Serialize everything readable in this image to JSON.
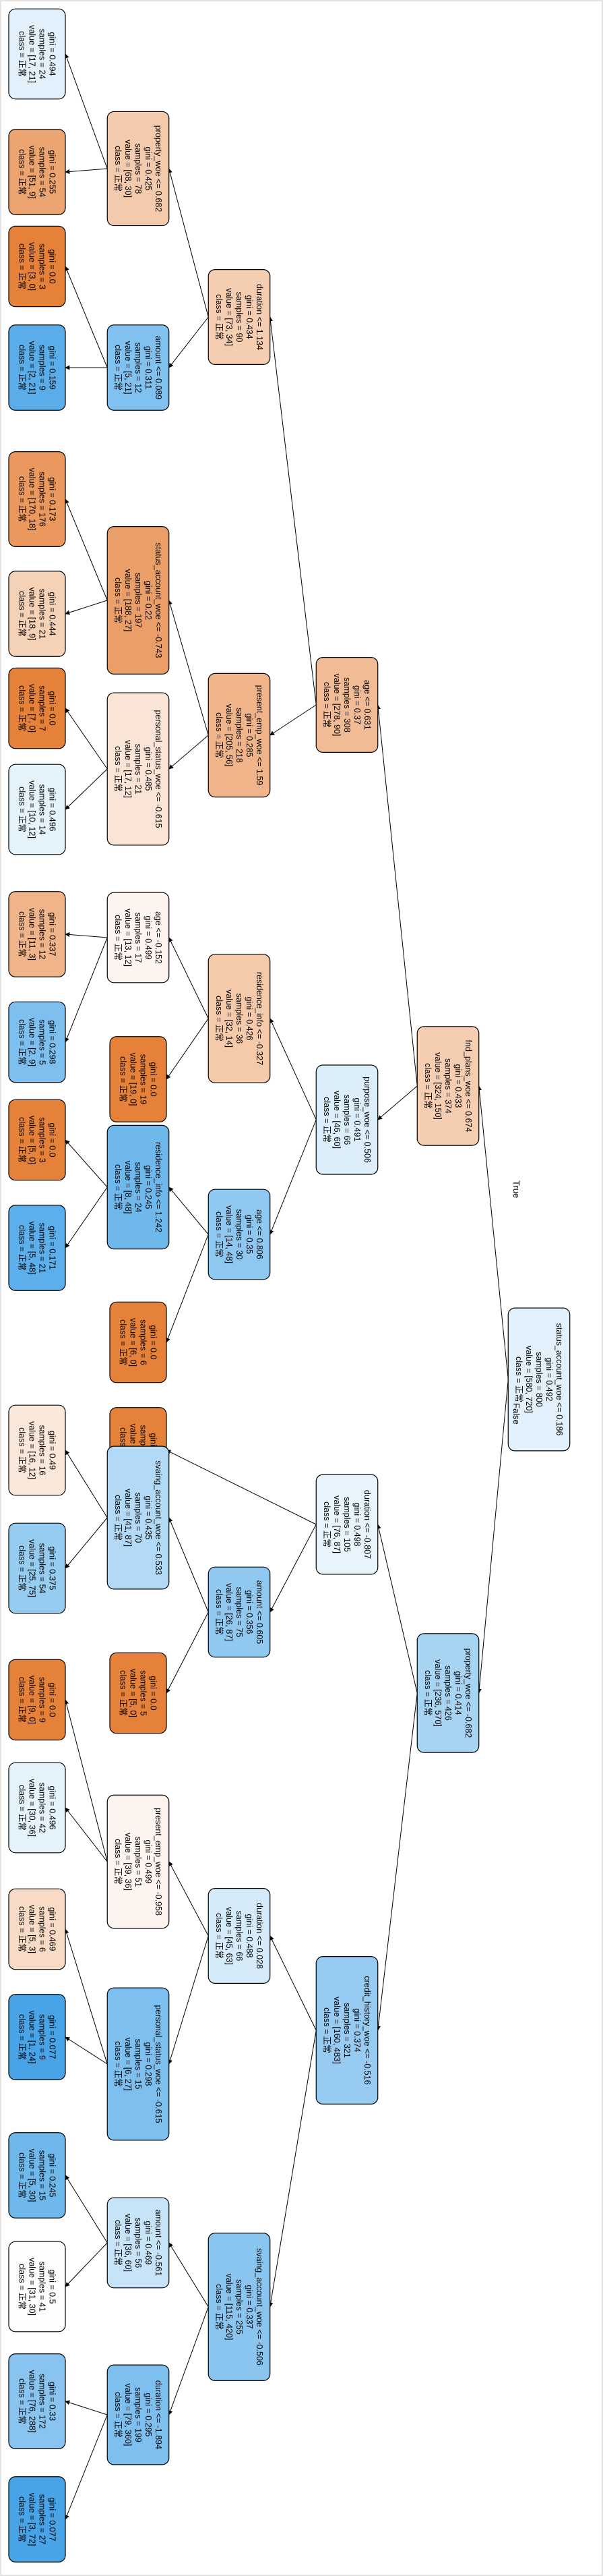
{
  "edge_labels": {
    "true": "True",
    "false": "False"
  },
  "nodes": [
    {
      "id": "n0",
      "lines": [
        "status_account_woe <= 0.186",
        "gini = 0.492",
        "samples = 800",
        "value = [580, 720]",
        "class = 正常"
      ]
    },
    {
      "id": "n1",
      "lines": [
        "fnd_plans_woe <= 0.674",
        "gini = 0.433",
        "samples = 374",
        "value = [324, 150]",
        "class = 正常"
      ]
    },
    {
      "id": "n2",
      "lines": [
        "age <= 0.631",
        "gini = 0.37",
        "samples = 308",
        "value = [278, 90]",
        "class = 正常"
      ]
    },
    {
      "id": "n3",
      "lines": [
        "duration <= 1.134",
        "gini = 0.434",
        "samples = 90",
        "value = [73, 34]",
        "class = 正常"
      ]
    },
    {
      "id": "n4",
      "lines": [
        "property_woe <= 0.682",
        "gini = 0.425",
        "samples = 78",
        "value = [68, 30]",
        "class = 正常"
      ]
    },
    {
      "id": "n5",
      "lines": [
        "gini = 0.494",
        "samples = 24",
        "value = [17, 21]",
        "class = 正常"
      ]
    },
    {
      "id": "n6",
      "lines": [
        "gini = 0.255",
        "samples = 54",
        "value = [51, 9]",
        "class = 正常"
      ]
    },
    {
      "id": "n7",
      "lines": [
        "amount <= 0.089",
        "gini = 0.311",
        "samples = 12",
        "value = [5, 21]",
        "class = 正常"
      ]
    },
    {
      "id": "n8",
      "lines": [
        "gini = 0.0",
        "samples = 3",
        "value = [3, 0]",
        "class = 正常"
      ]
    },
    {
      "id": "n9",
      "lines": [
        "gini = 0.159",
        "samples = 9",
        "value = [2, 21]",
        "class = 正常"
      ]
    },
    {
      "id": "n10",
      "lines": [
        "present_emp_woe <= 1.59",
        "gini = 0.285",
        "samples = 218",
        "value = [205, 56]",
        "class = 正常"
      ]
    },
    {
      "id": "n11",
      "lines": [
        "status_account_woe <= -0.743",
        "gini = 0.22",
        "samples = 197",
        "value = [188, 27]",
        "class = 正常"
      ]
    },
    {
      "id": "n12",
      "lines": [
        "gini = 0.173",
        "samples = 176",
        "value = [170, 18]",
        "class = 正常"
      ]
    },
    {
      "id": "n13",
      "lines": [
        "gini = 0.444",
        "samples = 21",
        "value = [18, 9]",
        "class = 正常"
      ]
    },
    {
      "id": "n14",
      "lines": [
        "personal_status_woe <= -0.615",
        "gini = 0.485",
        "samples = 21",
        "value = [17, 12]",
        "class = 正常"
      ]
    },
    {
      "id": "n15",
      "lines": [
        "gini = 0.0",
        "samples = 7",
        "value = [7, 0]",
        "class = 正常"
      ]
    },
    {
      "id": "n16",
      "lines": [
        "gini = 0.496",
        "samples = 14",
        "value = [10, 12]",
        "class = 正常"
      ]
    },
    {
      "id": "n17",
      "lines": [
        "purpose_woe <= 0.506",
        "gini = 0.491",
        "samples = 66",
        "value = [46, 60]",
        "class = 正常"
      ]
    },
    {
      "id": "n18",
      "lines": [
        "residence_info <= -0.327",
        "gini = 0.426",
        "samples = 36",
        "value = [32, 14]",
        "class = 正常"
      ]
    },
    {
      "id": "n19",
      "lines": [
        "age <= -0.152",
        "gini = 0.499",
        "samples = 17",
        "value = [13, 12]",
        "class = 正常"
      ]
    },
    {
      "id": "n20",
      "lines": [
        "gini = 0.337",
        "samples = 12",
        "value = [11, 3]",
        "class = 正常"
      ]
    },
    {
      "id": "n21",
      "lines": [
        "gini = 0.298",
        "samples = 5",
        "value = [2, 9]",
        "class = 正常"
      ]
    },
    {
      "id": "n22",
      "lines": [
        "gini = 0.0",
        "samples = 19",
        "value = [19, 0]",
        "class = 正常"
      ]
    },
    {
      "id": "n23",
      "lines": [
        "age <= 0.806",
        "gini = 0.35",
        "samples = 30",
        "value = [14, 48]",
        "class = 正常"
      ]
    },
    {
      "id": "n24",
      "lines": [
        "residence_info <= 1.242",
        "gini = 0.245",
        "samples = 24",
        "value = [8, 48]",
        "class = 正常"
      ]
    },
    {
      "id": "n25",
      "lines": [
        "gini = 0.0",
        "samples = 3",
        "value = [5, 0]",
        "class = 正常"
      ]
    },
    {
      "id": "n26",
      "lines": [
        "gini = 0.171",
        "samples = 21",
        "value = [5, 48]",
        "class = 正常"
      ]
    },
    {
      "id": "n27",
      "lines": [
        "gini = 0.0",
        "samples = 6",
        "value = [6, 0]",
        "class = 正常"
      ]
    },
    {
      "id": "n28",
      "lines": [
        "property_woe <= -0.682",
        "gini = 0.414",
        "samples = 426",
        "value = [236, 570]",
        "class = 正常"
      ]
    },
    {
      "id": "n29",
      "lines": [
        "duration <= -0.807",
        "gini = 0.498",
        "samples = 105",
        "value = [76, 87]",
        "class = 正常"
      ]
    },
    {
      "id": "n30",
      "lines": [
        "gini = 0.0",
        "samples = 30",
        "value = [50, 0]",
        "class = 正常"
      ]
    },
    {
      "id": "n31",
      "lines": [
        "amount <= 0.605",
        "gini = 0.356",
        "samples = 75",
        "value = [26, 87]",
        "class = 正常"
      ]
    },
    {
      "id": "n32",
      "lines": [
        "svaing_account_woe <= 0.533",
        "gini = 0.435",
        "samples = 70",
        "value = [41, 87]",
        "class = 正常"
      ]
    },
    {
      "id": "n33",
      "lines": [
        "gini = 0.49",
        "samples = 16",
        "value = [16, 12]",
        "class = 正常"
      ]
    },
    {
      "id": "n34",
      "lines": [
        "gini = 0.375",
        "samples = 54",
        "value = [25, 75]",
        "class = 正常"
      ]
    },
    {
      "id": "n35",
      "lines": [
        "gini = 0.0",
        "samples = 5",
        "value = [5, 0]",
        "class = 正常"
      ]
    },
    {
      "id": "n36",
      "lines": [
        "credit_history_woe <= -0.516",
        "gini = 0.374",
        "samples = 321",
        "value = [160, 483]",
        "class = 正常"
      ]
    },
    {
      "id": "n37",
      "lines": [
        "duration <= 0.028",
        "gini = 0.488",
        "samples = 66",
        "value = [45, 63]",
        "class = 正常"
      ]
    },
    {
      "id": "n38",
      "lines": [
        "present_emp_woe <= -0.958",
        "gini = 0.499",
        "samples = 51",
        "value = [39, 36]",
        "class = 正常"
      ]
    },
    {
      "id": "n39",
      "lines": [
        "gini = 0.0",
        "samples = 9",
        "value = [9, 0]",
        "class = 正常"
      ]
    },
    {
      "id": "n40",
      "lines": [
        "gini = 0.496",
        "samples = 42",
        "value = [30, 36]",
        "class = 正常"
      ]
    },
    {
      "id": "n41",
      "lines": [
        "personal_status_woe <= -0.615",
        "gini = 0.298",
        "samples = 15",
        "value = [6, 27]",
        "class = 正常"
      ]
    },
    {
      "id": "n42",
      "lines": [
        "gini = 0.469",
        "samples = 6",
        "value = [5, 3]",
        "class = 正常"
      ]
    },
    {
      "id": "n43",
      "lines": [
        "gini = 0.077",
        "samples = 9",
        "value = [1, 24]",
        "class = 正常"
      ]
    },
    {
      "id": "n44",
      "lines": [
        "svaing_account_woe <= -0.506",
        "gini = 0.337",
        "samples = 255",
        "value = [115, 420]",
        "class = 正常"
      ]
    },
    {
      "id": "n45",
      "lines": [
        "amount <= -0.561",
        "gini = 0.469",
        "samples = 56",
        "value = [36, 60]",
        "class = 正常"
      ]
    },
    {
      "id": "n46",
      "lines": [
        "gini = 0.245",
        "samples = 15",
        "value = [5, 30]",
        "class = 正常"
      ]
    },
    {
      "id": "n47",
      "lines": [
        "gini = 0.5",
        "samples = 41",
        "value = [31, 30]",
        "class = 正常"
      ]
    },
    {
      "id": "n48",
      "lines": [
        "duration <= -1.894",
        "gini = 0.295",
        "samples = 199",
        "value = [79, 360]",
        "class = 正常"
      ]
    },
    {
      "id": "n49",
      "lines": [
        "gini = 0.33",
        "samples = 172",
        "value = [76, 288]",
        "class = 正常"
      ]
    },
    {
      "id": "n50",
      "lines": [
        "gini = 0.077",
        "samples = 27",
        "value = [3, 72]",
        "class = 正常"
      ]
    }
  ],
  "edges": [
    [
      "n0",
      "n1"
    ],
    [
      "n0",
      "n28"
    ],
    [
      "n1",
      "n2"
    ],
    [
      "n1",
      "n17"
    ],
    [
      "n2",
      "n3"
    ],
    [
      "n2",
      "n10"
    ],
    [
      "n3",
      "n4"
    ],
    [
      "n3",
      "n7"
    ],
    [
      "n4",
      "n5"
    ],
    [
      "n4",
      "n6"
    ],
    [
      "n7",
      "n8"
    ],
    [
      "n7",
      "n9"
    ],
    [
      "n10",
      "n11"
    ],
    [
      "n10",
      "n14"
    ],
    [
      "n11",
      "n12"
    ],
    [
      "n11",
      "n13"
    ],
    [
      "n14",
      "n15"
    ],
    [
      "n14",
      "n16"
    ],
    [
      "n17",
      "n18"
    ],
    [
      "n17",
      "n23"
    ],
    [
      "n18",
      "n19"
    ],
    [
      "n18",
      "n22"
    ],
    [
      "n19",
      "n20"
    ],
    [
      "n19",
      "n21"
    ],
    [
      "n23",
      "n24"
    ],
    [
      "n23",
      "n27"
    ],
    [
      "n24",
      "n25"
    ],
    [
      "n24",
      "n26"
    ],
    [
      "n28",
      "n29"
    ],
    [
      "n28",
      "n36"
    ],
    [
      "n29",
      "n30"
    ],
    [
      "n29",
      "n31"
    ],
    [
      "n31",
      "n32"
    ],
    [
      "n31",
      "n35"
    ],
    [
      "n32",
      "n33"
    ],
    [
      "n32",
      "n34"
    ],
    [
      "n36",
      "n37"
    ],
    [
      "n36",
      "n44"
    ],
    [
      "n37",
      "n38"
    ],
    [
      "n37",
      "n41"
    ],
    [
      "n38",
      "n39"
    ],
    [
      "n38",
      "n40"
    ],
    [
      "n41",
      "n42"
    ],
    [
      "n41",
      "n43"
    ],
    [
      "n44",
      "n45"
    ],
    [
      "n44",
      "n48"
    ],
    [
      "n45",
      "n46"
    ],
    [
      "n45",
      "n47"
    ],
    [
      "n48",
      "n49"
    ],
    [
      "n48",
      "n50"
    ]
  ],
  "class_colors": {
    "majority_negative": "#e58139",
    "majority_positive": "#399de5"
  }
}
